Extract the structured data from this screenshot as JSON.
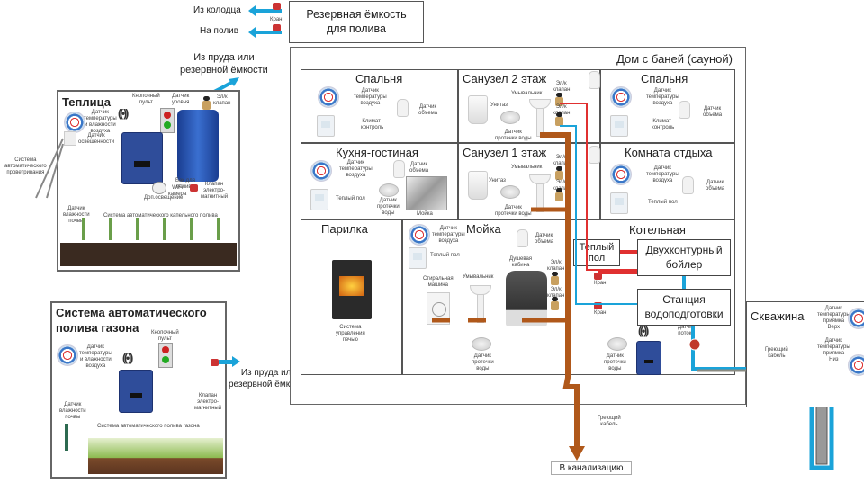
{
  "top": {
    "from_well": "Из колодца",
    "to_watering": "На полив",
    "valve_label": "Кран",
    "reserve_tank": "Резервная ёмкость\nдля полива",
    "from_pond_top": "Из пруда или\nрезервной ёмкости"
  },
  "greenhouse": {
    "title": "Теплица",
    "sensor_temp_humidity": "Датчик\nтемпературы\nи влажности\nвоздуха",
    "button_panel": "Кнопочный\nпульт",
    "level_sensor": "Датчик\nуровня",
    "e_valve": "Эл/к\nклапан",
    "light_sensor": "Датчик\nосвещенности",
    "ventilation": "Система\nавтоматического\nпроветривания",
    "wifi_camera": "WiFi\nкамера",
    "extra_light": "Доп.освещение",
    "irrigation_tank": "Бак для\nполива",
    "solenoid_valve": "Клапан\nэлектро-\nмагнитный",
    "soil_sensor": "Датчик\nвлажности\nпочвы",
    "drip_system": "Система автоматического капельного полива"
  },
  "lawn": {
    "title": "Система автоматического\nполива газона",
    "sensor_temp_humidity": "Датчик\nтемпературы\nи влажности\nвоздуха",
    "button_panel": "Кнопочный\nпульт",
    "soil_sensor": "Датчик\nвлажности\nпочвы",
    "solenoid_valve": "Клапан\nэлектро-\nмагнитный",
    "system_label": "Система автоматического полива газона",
    "from_pond": "Из пруда или\nрезервной ёмкости"
  },
  "house": {
    "title": "Дом с баней (сауной)",
    "rooms": {
      "bedroom1": {
        "title": "Спальня",
        "temp_sensor": "Датчик\nтемпературы\nвоздуха",
        "climate": "Климат-\nконтроль",
        "motion": "Датчик\nобъема"
      },
      "bath2": {
        "title": "Санузел 2 этаж",
        "sink": "Умывальник",
        "toilet": "Унитаз",
        "leak": "Датчик\nпротечки воды",
        "valve1": "Эл/к\nклапан",
        "valve2": "Эл/к\nклапан"
      },
      "bedroom2": {
        "title": "Спальня",
        "temp_sensor": "Датчик\nтемпературы\nвоздуха",
        "climate": "Климат-\nконтроль",
        "motion": "Датчик\nобъема"
      },
      "kitchen": {
        "title": "Кухня-гостиная",
        "temp_sensor": "Датчик\nтемпературы\nвоздуха",
        "motion": "Датчик\nобъема",
        "floor": "Теплый пол",
        "leak": "Датчик\nпротечки\nводы",
        "sink": "Мойка"
      },
      "bath1": {
        "title": "Санузел 1 этаж",
        "sink": "Умывальник",
        "toilet": "Унитаз",
        "leak": "Датчик\nпротечки воды",
        "valve1": "Эл/к\nклапан",
        "valve2": "Эл/к\nклапан"
      },
      "rest": {
        "title": "Комната отдыха",
        "temp_sensor": "Датчик\nтемпературы\nвоздуха",
        "floor": "Теплый пол",
        "motion": "Датчик\nобъема"
      },
      "steam": {
        "title": "Парилка",
        "stove": "Система\nуправления\nпечью"
      },
      "washroom": {
        "title": "Мойка",
        "temp_sensor": "Датчик\nтемпературы\nвоздуха",
        "floor": "Теплый пол",
        "motion": "Датчик\nобъема",
        "washer": "Стиральная\nмашина",
        "sink": "Умывальник",
        "shower": "Душевая\nкабина",
        "valve1": "Эл/к\nклапан",
        "valve2": "Эл/к\nклапан",
        "leak": "Датчик\nпротечки\nводы"
      },
      "boiler_room": {
        "title": "Котельная",
        "warm_floor": "Теплый\nпол",
        "boiler": "Двухконтурный\nбойлер",
        "water_station": "Станция\nводоподготовки",
        "valve1": "Кран",
        "valve2": "Кран",
        "pressure_sensor": "Датчик\nпотока",
        "leak": "Датчик\nпротечки\nводы"
      }
    }
  },
  "well": {
    "title": "Скважина",
    "sensor_top": "Датчик\nтемпературы\nприямка\nВерх",
    "sensor_bottom": "Датчик\nтемпературы\nприямка\nНиз",
    "heating_cable": "Греющий\nкабель"
  },
  "sewer": {
    "heating_cable": "Греющий\nкабель",
    "label": "В канализацию"
  },
  "colors": {
    "water": "#1aa3d9",
    "hot": "#e03030",
    "sewer": "#b0581a",
    "frame": "#555555"
  }
}
